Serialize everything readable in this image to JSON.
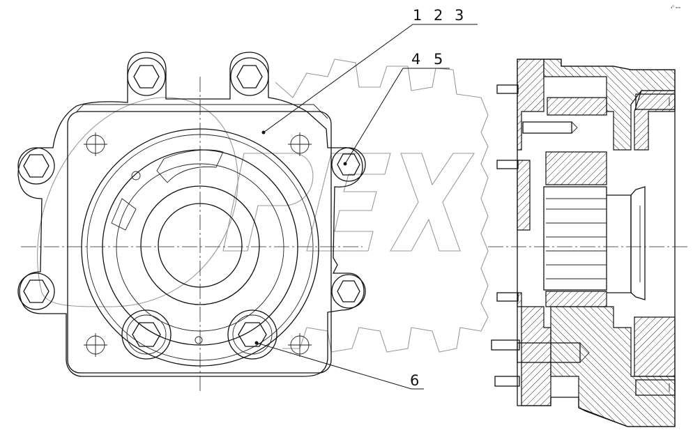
{
  "callouts": {
    "c1": "1",
    "c2": "2",
    "c3": "3",
    "c4": "4",
    "c5": "5",
    "c6": "6"
  },
  "corner_mark": "₄⁰ ₘₘ",
  "colors": {
    "line": "#111111",
    "watermark": "#9a9a9a",
    "background": "#ffffff"
  }
}
